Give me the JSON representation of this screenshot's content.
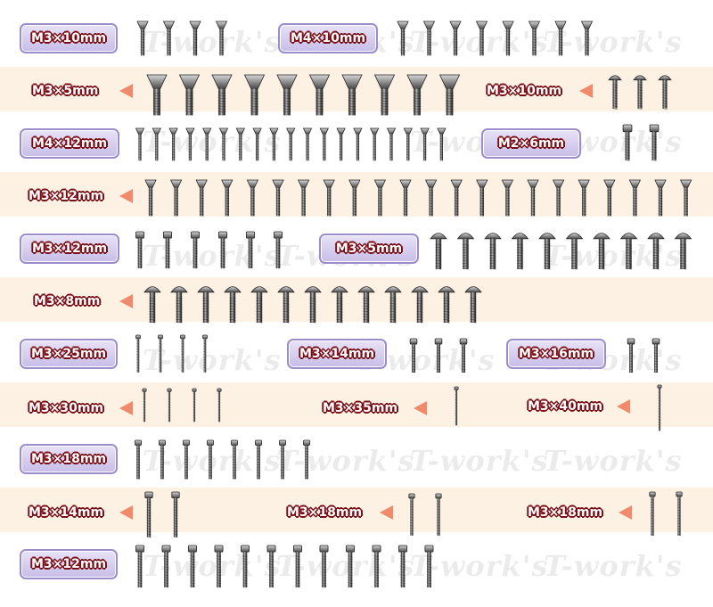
{
  "watermark": "T-work's",
  "colors": {
    "band": "#fdf1e3",
    "label_fill": "#d7cfee",
    "label_border": "#9b8dcc",
    "label_text_outline": "#7a0e16",
    "arrow": "#f08a6b",
    "screw_metal": "#3a3a3a"
  },
  "labels": {
    "r1a": "M3×10mm",
    "r1b": "M4×10mm",
    "r2a": "M3×5mm",
    "r2b": "M3×10mm",
    "r3a": "M4×12mm",
    "r3b": "M2×6mm",
    "r4a": "M3×12mm",
    "r5a": "M3×12mm",
    "r5b": "M3×5mm",
    "r6a": "M3×8mm",
    "r7a": "M3×25mm",
    "r7b": "M3×14mm",
    "r7c": "M3×16mm",
    "r8a": "M3×30mm",
    "r8b": "M3×35mm",
    "r8c": "M3×40mm",
    "r9a": "M3×18mm",
    "r10a": "M3×14mm",
    "r10b": "M3×18mm",
    "r10c": "M3×18mm",
    "r11a": "M3×12mm"
  }
}
